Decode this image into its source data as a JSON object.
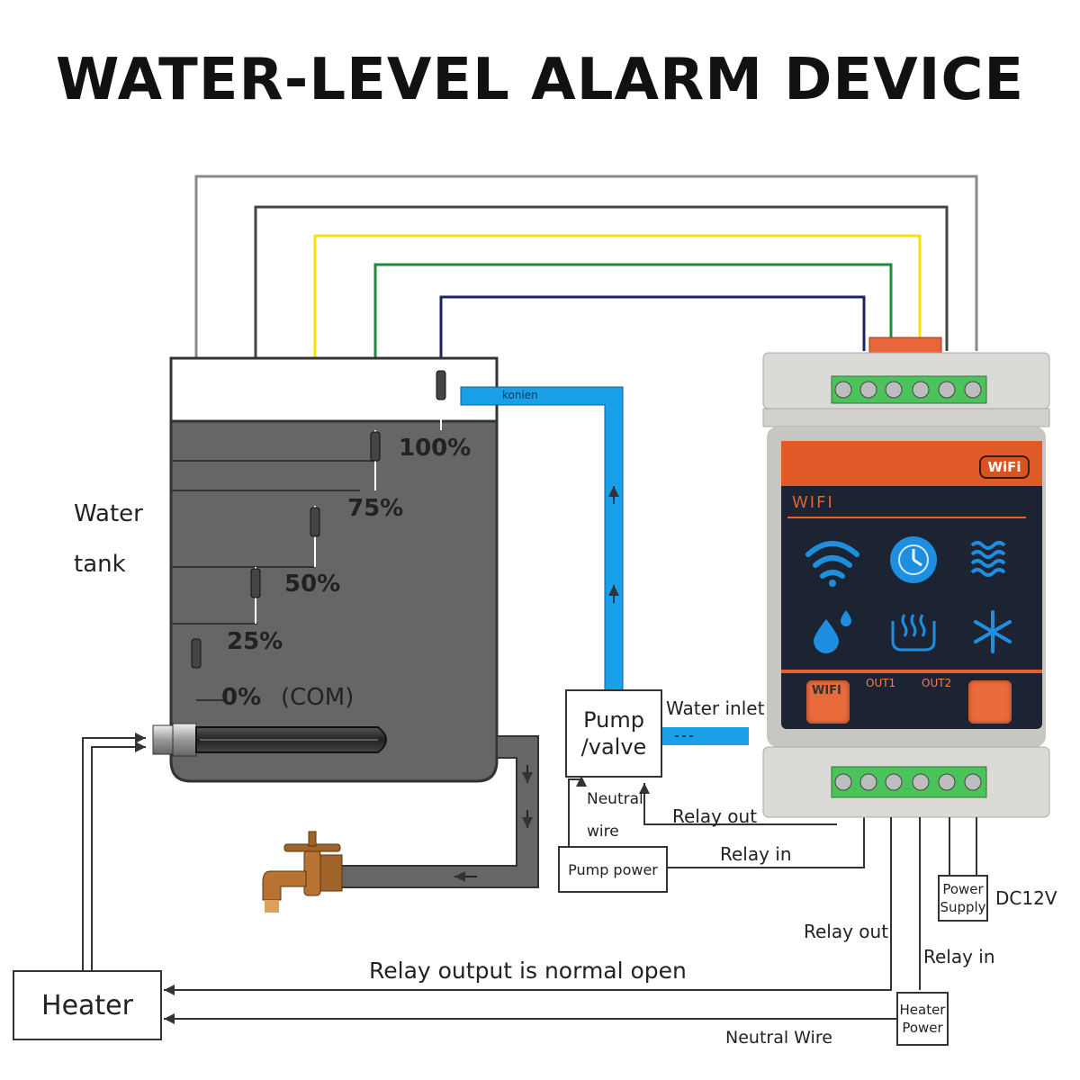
{
  "title": "WATER-LEVEL ALARM DEVICE",
  "tank": {
    "label_line1": "Water",
    "label_line2": "tank",
    "inlet_pipe_text": "konien"
  },
  "levels": [
    "100%",
    "75%",
    "50%",
    "25%",
    "0%"
  ],
  "com_label": "(COM)",
  "pump": {
    "line1": "Pump",
    "line2": "/valve",
    "water_inlet": "Water inlet",
    "neutral_line1": "Neutral",
    "neutral_line2": "wire",
    "relay_out": "Relay out",
    "relay_in": "Relay in",
    "power": "Pump power"
  },
  "device": {
    "panel_title": "WIFI",
    "badge": "WiFi",
    "wifi_button": "WIFI",
    "out1": "OUT1",
    "out2": "OUT2"
  },
  "power_supply": {
    "line1": "Power",
    "line2": "Supply",
    "voltage": "DC12V"
  },
  "heater": {
    "label": "Heater",
    "relay_out": "Relay out",
    "relay_in": "Relay in",
    "power_line1": "Heater",
    "power_line2": "Power",
    "normal_open": "Relay output is normal open",
    "neutral": "Neutral Wire"
  },
  "colors": {
    "water": "#666666",
    "pipe": "#1aa0e8",
    "wire_yellow": "#f2e400",
    "wire_green": "#1f8a3c",
    "wire_navy": "#1c2466",
    "wire_gray": "#888888",
    "device_panel": "#1c2433",
    "device_accent": "#e6612c",
    "icon_blue": "#1e8fe0"
  },
  "icons": [
    "wifi-icon",
    "timer-icon",
    "water-waves-icon",
    "water-drop-icon",
    "heating-icon",
    "snowflake-icon",
    "faucet-icon",
    "heater-element-icon"
  ]
}
